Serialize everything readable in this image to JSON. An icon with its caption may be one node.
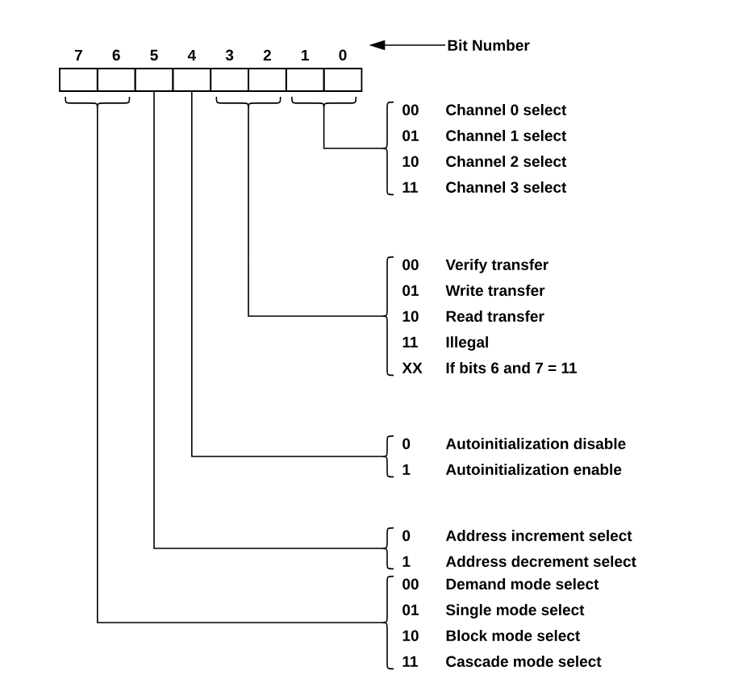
{
  "diagram": {
    "nodes": [
      {
        "text": [
          "7"
        ]
      },
      {
        "text": [
          "6"
        ]
      },
      {
        "text": [
          "5"
        ]
      },
      {
        "text": [
          "4"
        ]
      },
      {
        "text": [
          "3"
        ]
      },
      {
        "text": [
          "2"
        ]
      },
      {
        "text": [
          "1"
        ]
      },
      {
        "text": [
          "0"
        ]
      },
      {
        "text": [
          "Bit Number"
        ]
      },
      {
        "text": [
          "00",
          "Channel 0 select",
          "01",
          "Channel 1 select",
          "10",
          "Channel 2 select",
          "11",
          "Channel 3 select"
        ]
      },
      {
        "text": [
          "00",
          "Verify transfer",
          "01",
          "Write transfer",
          "10",
          "Read transfer",
          "11",
          "Illegal",
          "XX",
          "If bits 6 and 7 = 11"
        ]
      },
      {
        "text": [
          "0",
          "Autoinitialization disable",
          "1",
          "Autoinitialization enable"
        ]
      },
      {
        "text": [
          "0",
          "Address increment select",
          "1",
          "Address decrement select"
        ]
      },
      {
        "text": [
          "00",
          "Demand mode select",
          "01",
          "Single mode select",
          "10",
          "Block mode select",
          "11",
          "Cascade mode select"
        ]
      }
    ],
    "edges": [
      {
        "from": 8,
        "to": 7,
        "arrow": "to"
      },
      {
        "from": 6,
        "to": 9,
        "arrow": "none"
      },
      {
        "from": 7,
        "to": 9,
        "arrow": "none"
      },
      {
        "from": 4,
        "to": 10,
        "arrow": "none"
      },
      {
        "from": 5,
        "to": 10,
        "arrow": "none"
      },
      {
        "from": 3,
        "to": 11,
        "arrow": "none"
      },
      {
        "from": 2,
        "to": 12,
        "arrow": "none"
      },
      {
        "from": 0,
        "to": 13,
        "arrow": "none"
      },
      {
        "from": 1,
        "to": 13,
        "arrow": "none"
      }
    ]
  }
}
